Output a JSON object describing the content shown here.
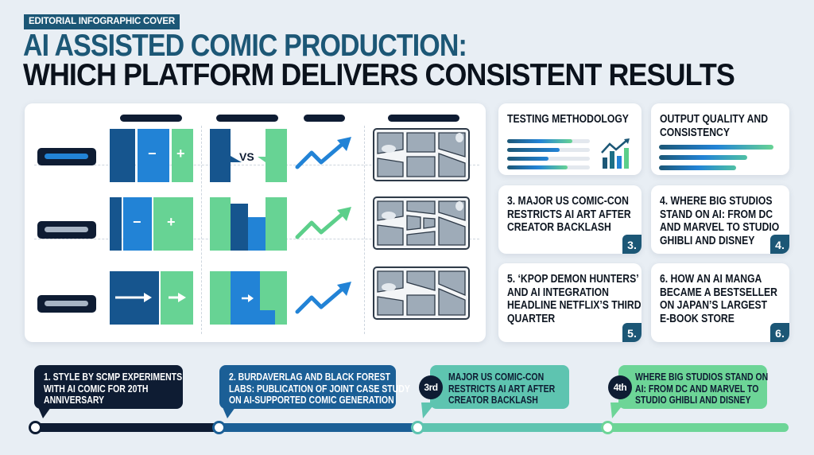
{
  "header": {
    "tag": "EDITORIAL INFOGRAPHIC COVER",
    "title_line1": "AI ASSISTED COMIC PRODUCTION:",
    "title_line2": "WHICH PLATFORM DELIVERS CONSISTENT RESULTS"
  },
  "comparison_grid": {
    "columns": [
      "panel-split-icon",
      "vs-compare-icon",
      "trend-arrow-icon",
      "comic-page-icon"
    ],
    "rows": [
      {
        "label_color": "#2283d6",
        "symbols": [
          "−",
          "+"
        ],
        "compare_text": "VS",
        "trend_color": "#2283d6"
      },
      {
        "label_color": "#a7b4c4",
        "symbols": [
          "−",
          "+"
        ],
        "compare_text": "",
        "trend_color": "#5ccf8a"
      },
      {
        "label_color": "#a7b4c4",
        "symbols": [
          "→",
          "→"
        ],
        "compare_text": "",
        "trend_color": "#2283d6"
      }
    ]
  },
  "cards": [
    {
      "title": "TESTING METHODOLOGY",
      "num": ""
    },
    {
      "title": "OUTPUT QUALITY AND\nCONSISTENCY",
      "num": ""
    },
    {
      "title": "3. MAJOR US COMIC-CON\nRESTRICTS AI ART AFTER\nCREATOR BACKLASH",
      "num": "3."
    },
    {
      "title": "4. WHERE BIG STUDIOS\nSTAND ON AI: FROM DC\nAND MARVEL TO STUDIO\nGHIBLI AND DISNEY",
      "num": "4."
    },
    {
      "title": "5. ‘KPOP DEMON HUNTERS’\nAND AI INTEGRATION\nHEADLINE NETFLIX’S THIRD\nQUARTER",
      "num": "5."
    },
    {
      "title": "6. HOW AN AI MANGA\nBECAME A BESTSELLER\nON JAPAN’S LARGEST\nE-BOOK STORE",
      "num": "6."
    }
  ],
  "timeline": [
    {
      "text": "1. STYLE BY SCMP EXPERIMENTS\nWITH AI COMIC FOR 20TH\nANNIVERSARY",
      "ordinal": "",
      "color": "#0e1c33"
    },
    {
      "text": "2. BURDAVERLAG AND BLACK FOREST\nLABS: PUBLICATION OF JOINT CASE STUDY\nON AI-SUPPORTED COMIC GENERATION",
      "ordinal": "",
      "color": "#1b5f96"
    },
    {
      "text": "MAJOR US COMIC-CON\nRESTRICTS AI ART AFTER\nCREATOR BACKLASH",
      "ordinal": "3rd",
      "color": "#5ec4b0"
    },
    {
      "text": "WHERE BIG STUDIOS STAND ON\nAI: FROM DC AND MARVEL TO\nSTUDIO GHIBLI AND DISNEY",
      "ordinal": "4th",
      "color": "#6dd597"
    }
  ],
  "colors": {
    "navy": "#0e1c33",
    "teal_brand": "#1c5776",
    "blue_dark": "#16558e",
    "blue_mid": "#2283d6",
    "green": "#67d394",
    "background": "#e8eef4"
  }
}
